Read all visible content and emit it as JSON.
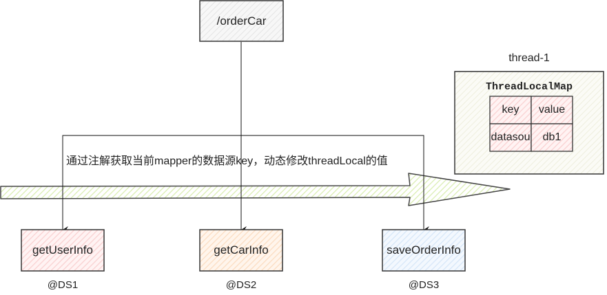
{
  "diagram": {
    "entry": {
      "label": "/orderCar"
    },
    "annotation": "通过注解获取当前mapper的数据源key，动态修改threadLocal的值",
    "thread": {
      "title": "thread-1",
      "map_title": "ThreadLocalMap",
      "table": {
        "headers": [
          "key",
          "value"
        ],
        "rows": [
          [
            "datasou",
            "db1"
          ]
        ]
      }
    },
    "methods": [
      {
        "label": "getUserInfo",
        "datasource": "@DS1",
        "color": "#fde0e0"
      },
      {
        "label": "getCarInfo",
        "datasource": "@DS2",
        "color": "#fde4cf"
      },
      {
        "label": "saveOrderInfo",
        "datasource": "@DS3",
        "color": "#deebf7"
      }
    ],
    "colors": {
      "stroke": "#333333",
      "arrow_fill": "#e6f2c8",
      "thread_fill": "#f6f6ee",
      "table_fill": "#fbdcdc",
      "entry_fill": "#f2f2f2"
    }
  }
}
